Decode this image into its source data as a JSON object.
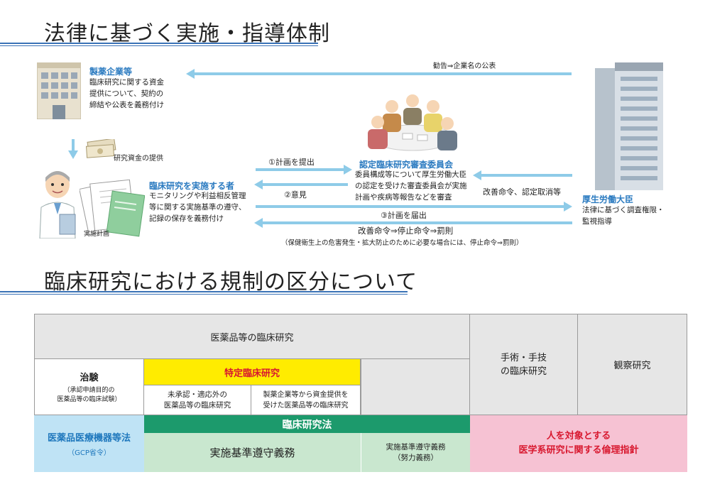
{
  "section1": {
    "title": "法律に基づく実施・指導体制",
    "pharma": {
      "title": "製薬企業等",
      "lines": [
        "臨床研究に関する資金",
        "提供について、契約の",
        "締結や公表を義務付け"
      ]
    },
    "funding_label": "研究資金の提供",
    "researcher": {
      "title": "臨床研究を実施する者",
      "lines": [
        "モニタリングや利益相反管理",
        "等に関する実施基準の遵守、",
        "記録の保存を義務付け"
      ]
    },
    "plan_doc_label": "実施計画",
    "committee": {
      "title": "認定臨床研究審査委員会",
      "lines": [
        "委員構成等について厚生労働大臣",
        "の認定を受けた審査委員会が実施",
        "計画や疾病等報告などを審査"
      ]
    },
    "mhlw": {
      "title": "厚生労働大臣",
      "lines": [
        "法律に基づく調査権限・",
        "監視指導"
      ]
    },
    "arrows": {
      "recommend": "勧告⇒企業名の公表",
      "submit_plan": "①計画を提出",
      "opinion": "②意見",
      "improve_revoke": "改善命令、認定取消等",
      "notify_plan": "③計画を届出",
      "orders": "改善命令⇒停止命令⇒罰則",
      "orders_note": "（保健衛生上の危害発生・拡大防止のために必要な場合には、停止命令⇒罰則）"
    }
  },
  "section2": {
    "title": "臨床研究における規制の区分について",
    "table": {
      "pharma_clinical": "医薬品等の臨床研究",
      "surgery": [
        "手術・手技",
        "の臨床研究"
      ],
      "observational": "観察研究",
      "trial_title": "治験",
      "trial_sub": [
        "（承認申請目的の",
        "医薬品等の臨床試験）"
      ],
      "specific": "特定臨床研究",
      "unapproved": [
        "未承認・適応外の",
        "医薬品等の臨床研究"
      ],
      "funded": [
        "製薬企業等から資金提供を",
        "受けた医薬品等の臨床研究"
      ],
      "pmd_act": "医薬品医療機器等法",
      "gcp": "（GCP省令）",
      "clinical_act": "臨床研究法",
      "compliance": "実施基準遵守義務",
      "compliance_effort": [
        "実施基準遵守義務",
        "（努力義務）"
      ],
      "ethics": [
        "人を対象とする",
        "医学系研究に関する倫理指針"
      ]
    }
  },
  "colors": {
    "accent_blue": "#2a7ac0",
    "arrow": "#8ecbe8",
    "yellow": "#ffec00",
    "green_header": "#1c9a6c",
    "green_light": "#c9e7cf",
    "blue_light": "#bfe3f5",
    "pink": "#f6c2d3",
    "gray": "#e6e6e6"
  }
}
